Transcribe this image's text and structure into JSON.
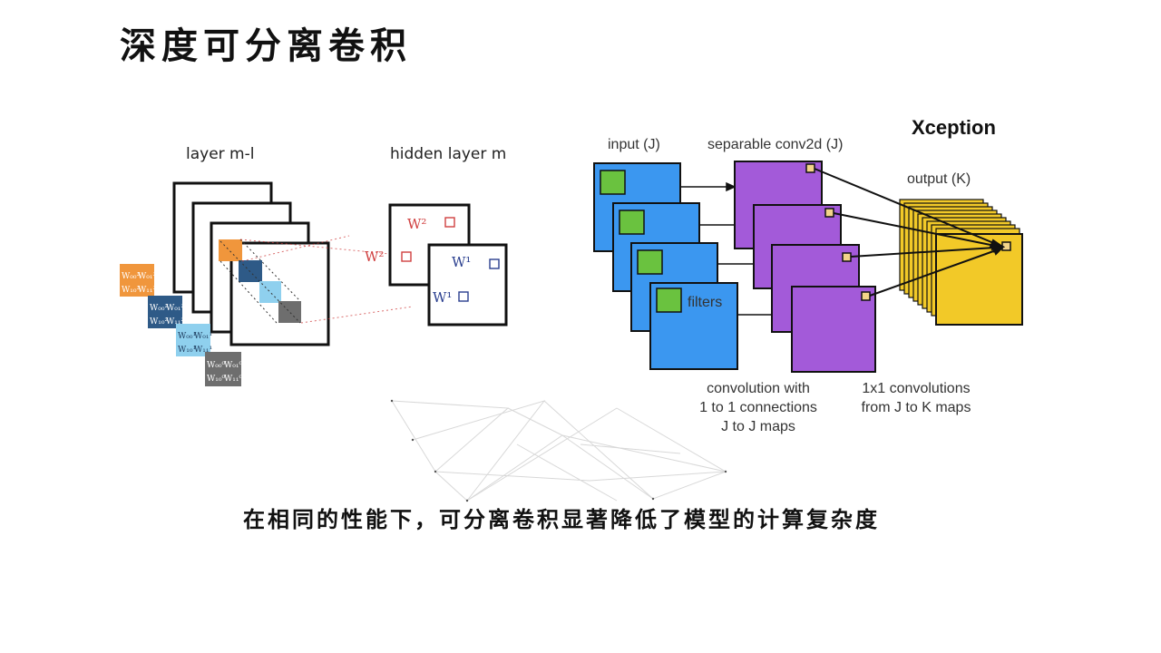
{
  "title": "深度可分离卷积",
  "caption": "在相同的性能下，可分离卷积显著降低了模型的计算复杂度",
  "cnn_figure": {
    "layer_prev_label": "layer m-l",
    "hidden_layer_label": "hidden layer m",
    "weight_labels": {
      "w2_top": "W²",
      "w2_bottom": "W²",
      "w1_top": "W¹",
      "w1_bottom": "W¹"
    },
    "weight_cells": {
      "orange": [
        "W₀₀³",
        "W₀₁³",
        "W₁₀³",
        "W₁₁³"
      ],
      "darkblue": [
        "W₀₀²",
        "W₀₁²",
        "W₁₀²",
        "W₁₁²"
      ],
      "lightblue": [
        "W₀₀¹",
        "W₀₁¹",
        "W₁₀¹",
        "W₁₁¹"
      ],
      "gray": [
        "W₀₀⁰",
        "W₀₁⁰",
        "W₁₀⁰",
        "W₁₁⁰"
      ]
    },
    "colors": {
      "orange": "#f0963c",
      "darkblue": "#2e5a87",
      "lightblue": "#8fd0ee",
      "gray": "#6e6e6e"
    }
  },
  "xception_figure": {
    "title": "Xception",
    "input_label": "input (J)",
    "separable_label": "separable conv2d (J)",
    "output_label": "output (K)",
    "filters_label": "filters",
    "caption_left": [
      "convolution with",
      "1 to 1 connections",
      "J to J maps"
    ],
    "caption_right": [
      "1x1 convolutions",
      "from J to K maps"
    ],
    "colors": {
      "input": "#3b97f0",
      "filter": "#6ac23f",
      "separable": "#a35ad9",
      "output": "#f2c928",
      "marker": "#f3d489"
    }
  }
}
